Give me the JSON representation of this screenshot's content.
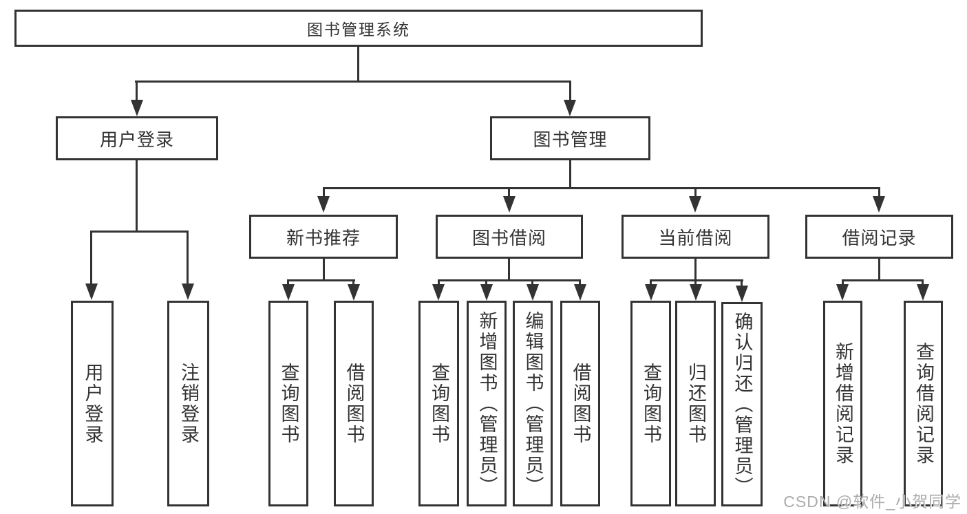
{
  "tree": {
    "label": "图书管理系统",
    "children": [
      {
        "label": "用户登录",
        "children": [
          {
            "label": "用户登录"
          },
          {
            "label": "注销登录"
          }
        ]
      },
      {
        "label": "图书管理",
        "children": [
          {
            "label": "新书推荐",
            "children": [
              {
                "label": "查询图书"
              },
              {
                "label": "借阅图书"
              }
            ]
          },
          {
            "label": "图书借阅",
            "children": [
              {
                "label": "查询图书"
              },
              {
                "label": "新增图书（管理员）"
              },
              {
                "label": "编辑图书（管理员）"
              },
              {
                "label": "借阅图书"
              }
            ]
          },
          {
            "label": "当前借阅",
            "children": [
              {
                "label": "查询图书"
              },
              {
                "label": "归还图书"
              },
              {
                "label": "确认归还（管理员）"
              }
            ]
          },
          {
            "label": "借阅记录",
            "children": [
              {
                "label": "新增借阅记录"
              },
              {
                "label": "查询借阅记录"
              }
            ]
          }
        ]
      }
    ]
  },
  "watermark": {
    "text": "CSDN @软件_小贺同学"
  },
  "colors": {
    "line": "#333333",
    "box_border": "#333333",
    "text": "#333333",
    "background": "#ffffff",
    "watermark": "#ababab"
  }
}
